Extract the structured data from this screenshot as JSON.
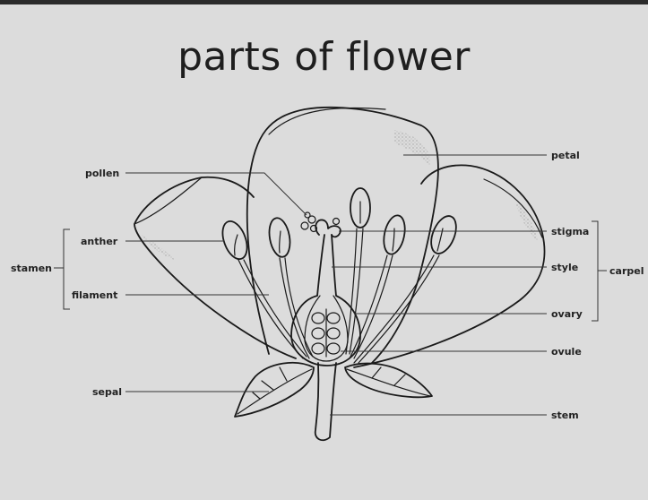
{
  "title": "parts of flower",
  "labels": {
    "pollen": "pollen",
    "anther": "anther",
    "stamen": "stamen",
    "filament": "filament",
    "sepal": "sepal",
    "petal": "petal",
    "stigma": "stigma",
    "style": "style",
    "carpel": "carpel",
    "ovary": "ovary",
    "ovule": "ovule",
    "stem": "stem"
  }
}
